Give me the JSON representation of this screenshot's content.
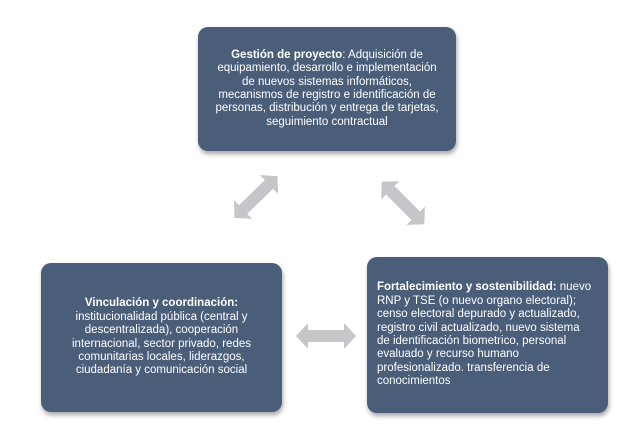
{
  "diagram": {
    "boxes": {
      "top": {
        "title": "Gestión de proyecto",
        "lines": [
          ": Adquisición de",
          "equipamiento, desarrollo e implementación",
          "de nuevos sistemas informáticos,",
          "mecanismos de registro e identificación de",
          "personas, distribución y entrega de tarjetas,",
          "seguimiento contractual"
        ]
      },
      "left": {
        "title": "Vinculación y coordinación:",
        "lines": [
          "institucionalidad pública (central y",
          "descentralizada), cooperación",
          "internacional, sector privado, redes",
          "comunitarias locales, liderazgos,",
          "ciudadanía y comunicación social"
        ]
      },
      "right": {
        "title": "Fortalecimiento y sostenibilidad:",
        "lines": [
          " nuevo",
          "RNP y TSE (o nuevo organo electoral);",
          "censo electoral depurado y actualizado,",
          "registro civil actualizado, nuevo sistema",
          "de identificación biometrico, personal",
          "evaluado y recurso humano",
          "profesionalizado. transferencia de",
          "conocimientos"
        ]
      }
    },
    "colors": {
      "box_fill": "#4a5d79",
      "box_text": "#ffffff",
      "arrow_fill": "#c4c6c9"
    },
    "arrows": [
      {
        "from": "left",
        "to": "top",
        "icon": "double-arrow-icon"
      },
      {
        "from": "top",
        "to": "right",
        "icon": "double-arrow-icon"
      },
      {
        "from": "left",
        "to": "right",
        "icon": "double-arrow-icon"
      }
    ]
  }
}
